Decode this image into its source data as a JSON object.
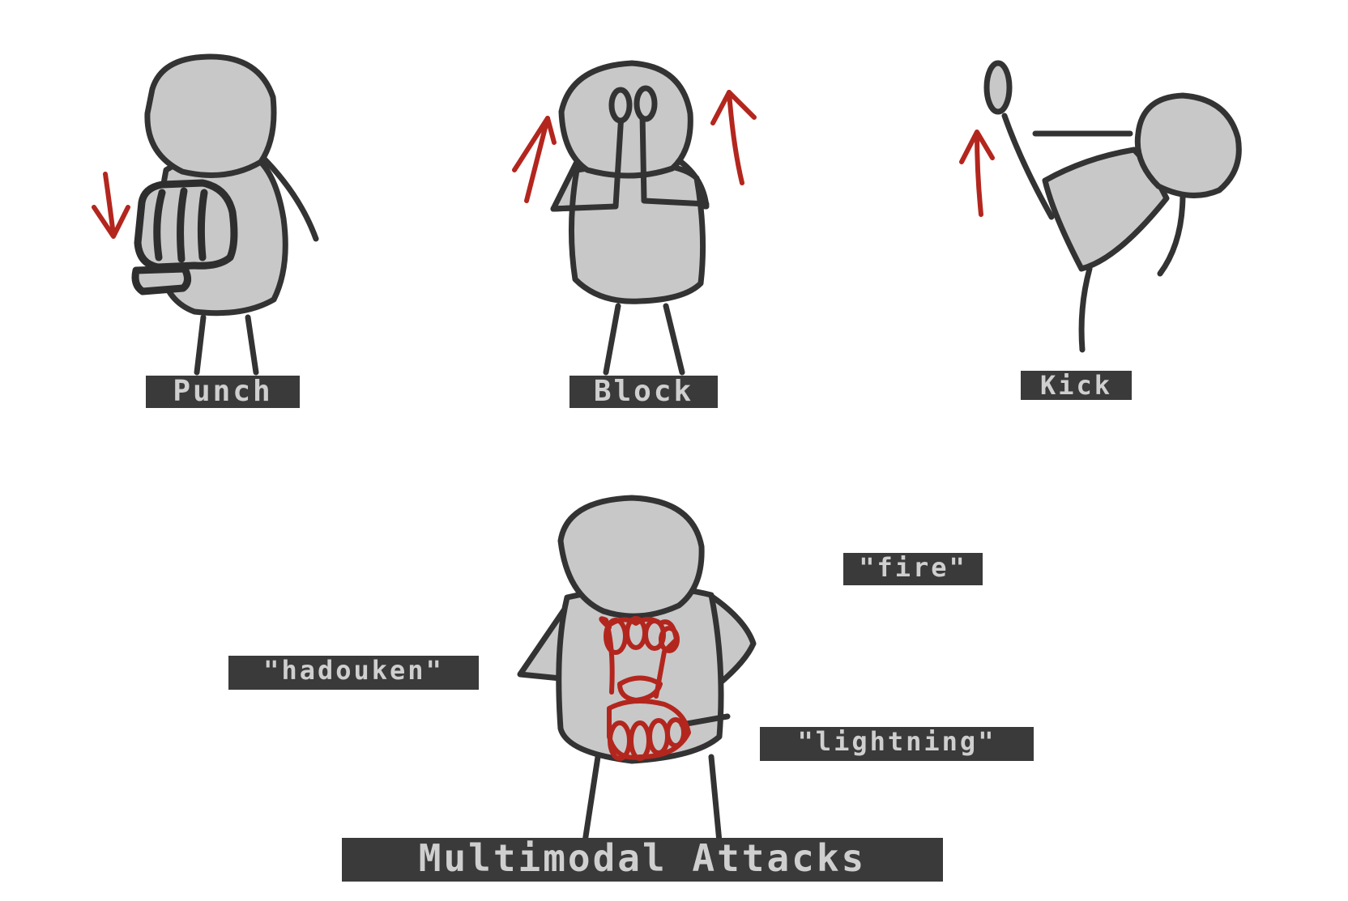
{
  "labels": {
    "punch": "Punch",
    "block": "Block",
    "kick": "Kick",
    "fire": "\"fire\"",
    "hadouken": "\"hadouken\"",
    "lightning": "\"lightning\"",
    "title": "Multimodal Attacks"
  },
  "colors": {
    "figure_fill": "#c8c8c8",
    "outline": "#333333",
    "arrow_red": "#b3261e",
    "label_bg": "#3a3a3a",
    "label_text": "#cfcfcf"
  }
}
